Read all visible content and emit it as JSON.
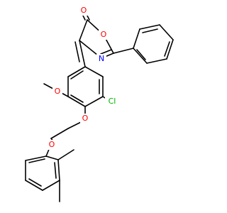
{
  "diagram": {
    "atoms": {
      "o_carbonyl": {
        "label": "O",
        "color": "#ff0000"
      },
      "n_oxazole": {
        "label": "N",
        "color": "#0000ff"
      },
      "cl": {
        "label": "Cl",
        "color": "#00b000"
      },
      "o_methoxy": {
        "label": "O",
        "color": "#ff0000"
      },
      "o_ether_upper": {
        "label": "O",
        "color": "#ff0000"
      },
      "o_ether_lower": {
        "label": "O",
        "color": "#ff0000"
      },
      "o_ring": {
        "label": "O",
        "color": "#ff0000"
      }
    }
  }
}
